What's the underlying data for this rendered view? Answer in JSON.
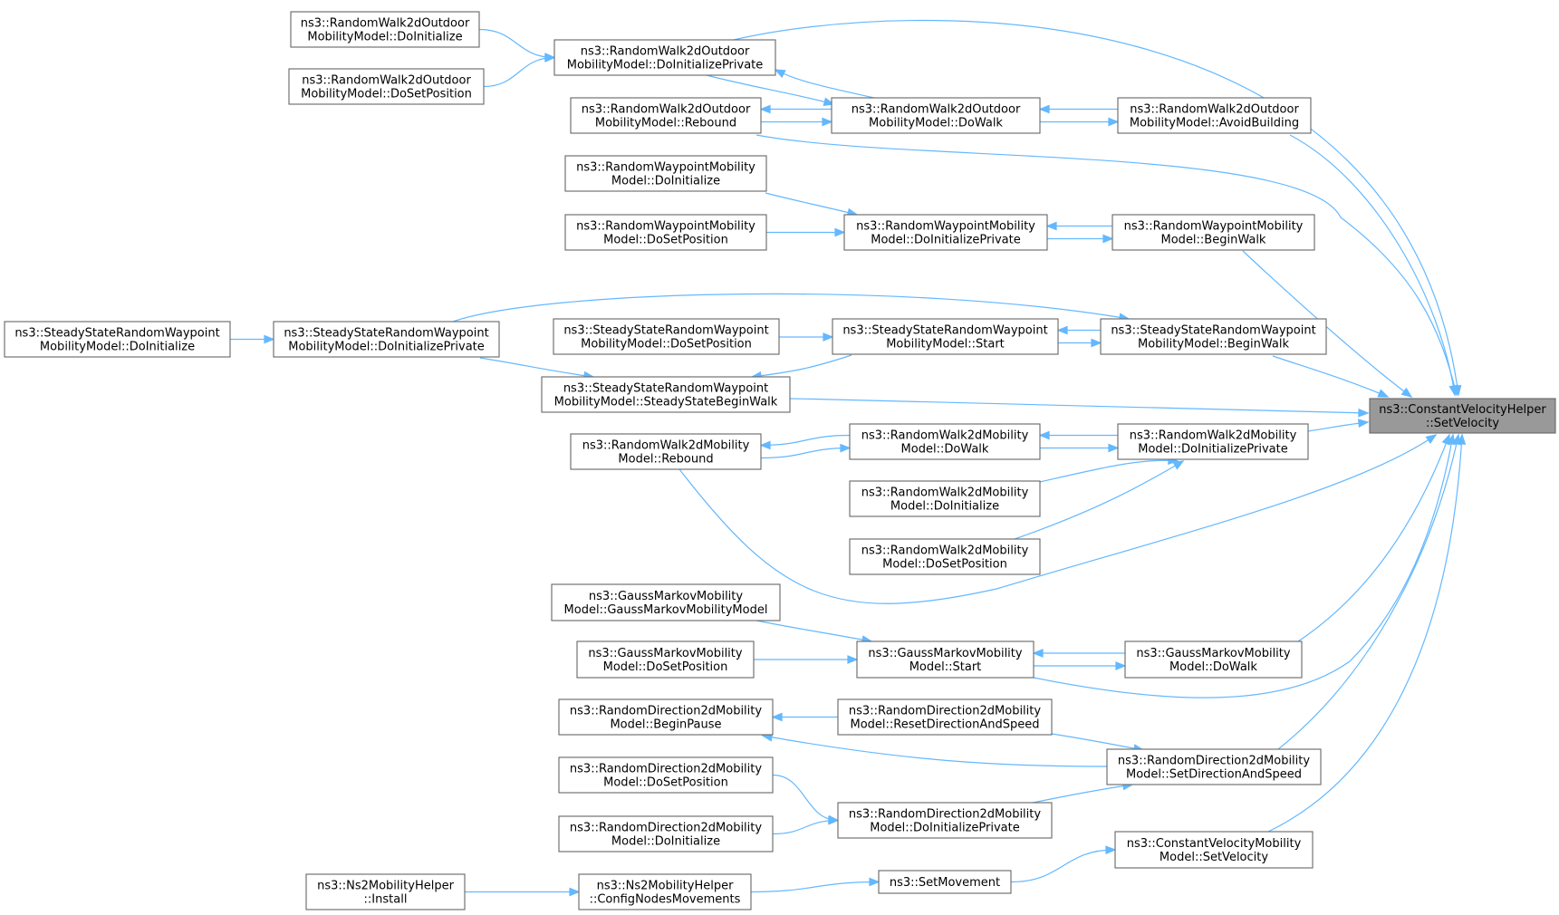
{
  "diagram": {
    "colors": {
      "edge": "#63b8ff",
      "node_border": "#666666",
      "node_fill": "#ffffff",
      "root_fill": "#999999",
      "text": "#000000"
    },
    "root": "setvelocity",
    "nodes": [
      {
        "id": "setvelocity",
        "lines": [
          "ns3::ConstantVelocityHelper",
          "::SetVelocity"
        ]
      },
      {
        "id": "rw2do_doinit",
        "lines": [
          "ns3::RandomWalk2dOutdoor",
          "MobilityModel::DoInitialize"
        ]
      },
      {
        "id": "rw2do_dosetpos",
        "lines": [
          "ns3::RandomWalk2dOutdoor",
          "MobilityModel::DoSetPosition"
        ]
      },
      {
        "id": "rw2do_doinitpriv",
        "lines": [
          "ns3::RandomWalk2dOutdoor",
          "MobilityModel::DoInitializePrivate"
        ]
      },
      {
        "id": "rw2do_rebound",
        "lines": [
          "ns3::RandomWalk2dOutdoor",
          "MobilityModel::Rebound"
        ]
      },
      {
        "id": "rw2do_dowalk",
        "lines": [
          "ns3::RandomWalk2dOutdoor",
          "MobilityModel::DoWalk"
        ]
      },
      {
        "id": "rw2do_avoid",
        "lines": [
          "ns3::RandomWalk2dOutdoor",
          "MobilityModel::AvoidBuilding"
        ]
      },
      {
        "id": "rwp_doinit",
        "lines": [
          "ns3::RandomWaypointMobility",
          "Model::DoInitialize"
        ]
      },
      {
        "id": "rwp_dosetpos",
        "lines": [
          "ns3::RandomWaypointMobility",
          "Model::DoSetPosition"
        ]
      },
      {
        "id": "rwp_doinitpriv",
        "lines": [
          "ns3::RandomWaypointMobility",
          "Model::DoInitializePrivate"
        ]
      },
      {
        "id": "rwp_beginwalk",
        "lines": [
          "ns3::RandomWaypointMobility",
          "Model::BeginWalk"
        ]
      },
      {
        "id": "ssrwp_doinit",
        "lines": [
          "ns3::SteadyStateRandomWaypoint",
          "MobilityModel::DoInitialize"
        ]
      },
      {
        "id": "ssrwp_doinitpriv",
        "lines": [
          "ns3::SteadyStateRandomWaypoint",
          "MobilityModel::DoInitializePrivate"
        ]
      },
      {
        "id": "ssrwp_dosetpos",
        "lines": [
          "ns3::SteadyStateRandomWaypoint",
          "MobilityModel::DoSetPosition"
        ]
      },
      {
        "id": "ssrwp_start",
        "lines": [
          "ns3::SteadyStateRandomWaypoint",
          "MobilityModel::Start"
        ]
      },
      {
        "id": "ssrwp_beginwalk",
        "lines": [
          "ns3::SteadyStateRandomWaypoint",
          "MobilityModel::BeginWalk"
        ]
      },
      {
        "id": "ssrwp_ssbeginwalk",
        "lines": [
          "ns3::SteadyStateRandomWaypoint",
          "MobilityModel::SteadyStateBeginWalk"
        ]
      },
      {
        "id": "rw2d_rebound",
        "lines": [
          "ns3::RandomWalk2dMobility",
          "Model::Rebound"
        ]
      },
      {
        "id": "rw2d_dowalk",
        "lines": [
          "ns3::RandomWalk2dMobility",
          "Model::DoWalk"
        ]
      },
      {
        "id": "rw2d_doinitpriv",
        "lines": [
          "ns3::RandomWalk2dMobility",
          "Model::DoInitializePrivate"
        ]
      },
      {
        "id": "rw2d_doinit",
        "lines": [
          "ns3::RandomWalk2dMobility",
          "Model::DoInitialize"
        ]
      },
      {
        "id": "rw2d_dosetpos",
        "lines": [
          "ns3::RandomWalk2dMobility",
          "Model::DoSetPosition"
        ]
      },
      {
        "id": "gm_ctor",
        "lines": [
          "ns3::GaussMarkovMobility",
          "Model::GaussMarkovMobilityModel"
        ]
      },
      {
        "id": "gm_dosetpos",
        "lines": [
          "ns3::GaussMarkovMobility",
          "Model::DoSetPosition"
        ]
      },
      {
        "id": "gm_start",
        "lines": [
          "ns3::GaussMarkovMobility",
          "Model::Start"
        ]
      },
      {
        "id": "gm_dowalk",
        "lines": [
          "ns3::GaussMarkovMobility",
          "Model::DoWalk"
        ]
      },
      {
        "id": "rd2d_beginpause",
        "lines": [
          "ns3::RandomDirection2dMobility",
          "Model::BeginPause"
        ]
      },
      {
        "id": "rd2d_reset",
        "lines": [
          "ns3::RandomDirection2dMobility",
          "Model::ResetDirectionAndSpeed"
        ]
      },
      {
        "id": "rd2d_setdir",
        "lines": [
          "ns3::RandomDirection2dMobility",
          "Model::SetDirectionAndSpeed"
        ]
      },
      {
        "id": "rd2d_dosetpos",
        "lines": [
          "ns3::RandomDirection2dMobility",
          "Model::DoSetPosition"
        ]
      },
      {
        "id": "rd2d_doinitpriv",
        "lines": [
          "ns3::RandomDirection2dMobility",
          "Model::DoInitializePrivate"
        ]
      },
      {
        "id": "rd2d_doinit",
        "lines": [
          "ns3::RandomDirection2dMobility",
          "Model::DoInitialize"
        ]
      },
      {
        "id": "cvm_setvelocity",
        "lines": [
          "ns3::ConstantVelocityMobility",
          "Model::SetVelocity"
        ]
      },
      {
        "id": "ns2_install",
        "lines": [
          "ns3::Ns2MobilityHelper",
          "::Install"
        ]
      },
      {
        "id": "ns2_config",
        "lines": [
          "ns3::Ns2MobilityHelper",
          "::ConfigNodesMovements"
        ]
      },
      {
        "id": "setmovement",
        "lines": [
          "ns3::SetMovement"
        ]
      }
    ],
    "edges": [
      {
        "from": "rw2do_doinit",
        "to": "rw2do_doinitpriv"
      },
      {
        "from": "rw2do_dosetpos",
        "to": "rw2do_doinitpriv"
      },
      {
        "from": "rw2do_doinitpriv",
        "to": "rw2do_dowalk"
      },
      {
        "from": "rw2do_dowalk",
        "to": "rw2do_doinitpriv"
      },
      {
        "from": "rw2do_dowalk",
        "to": "rw2do_rebound"
      },
      {
        "from": "rw2do_rebound",
        "to": "rw2do_dowalk"
      },
      {
        "from": "rw2do_avoid",
        "to": "rw2do_dowalk"
      },
      {
        "from": "rw2do_dowalk",
        "to": "rw2do_avoid"
      },
      {
        "from": "rw2do_doinitpriv",
        "to": "setvelocity"
      },
      {
        "from": "rw2do_rebound",
        "to": "setvelocity"
      },
      {
        "from": "rw2do_avoid",
        "to": "setvelocity"
      },
      {
        "from": "rwp_doinit",
        "to": "rwp_doinitpriv"
      },
      {
        "from": "rwp_dosetpos",
        "to": "rwp_doinitpriv"
      },
      {
        "from": "rwp_beginwalk",
        "to": "rwp_doinitpriv"
      },
      {
        "from": "rwp_doinitpriv",
        "to": "rwp_beginwalk"
      },
      {
        "from": "rwp_beginwalk",
        "to": "setvelocity"
      },
      {
        "from": "ssrwp_doinit",
        "to": "ssrwp_doinitpriv"
      },
      {
        "from": "ssrwp_doinitpriv",
        "to": "ssrwp_beginwalk"
      },
      {
        "from": "ssrwp_doinitpriv",
        "to": "ssrwp_ssbeginwalk"
      },
      {
        "from": "ssrwp_dosetpos",
        "to": "ssrwp_start"
      },
      {
        "from": "ssrwp_beginwalk",
        "to": "ssrwp_start"
      },
      {
        "from": "ssrwp_start",
        "to": "ssrwp_beginwalk"
      },
      {
        "from": "ssrwp_start",
        "to": "ssrwp_ssbeginwalk"
      },
      {
        "from": "ssrwp_beginwalk",
        "to": "setvelocity"
      },
      {
        "from": "ssrwp_ssbeginwalk",
        "to": "setvelocity"
      },
      {
        "from": "rw2d_dowalk",
        "to": "rw2d_rebound"
      },
      {
        "from": "rw2d_rebound",
        "to": "rw2d_dowalk"
      },
      {
        "from": "rw2d_doinitpriv",
        "to": "rw2d_dowalk"
      },
      {
        "from": "rw2d_dowalk",
        "to": "rw2d_doinitpriv"
      },
      {
        "from": "rw2d_doinit",
        "to": "rw2d_doinitpriv"
      },
      {
        "from": "rw2d_dosetpos",
        "to": "rw2d_doinitpriv"
      },
      {
        "from": "rw2d_doinitpriv",
        "to": "setvelocity"
      },
      {
        "from": "rw2d_rebound",
        "to": "setvelocity"
      },
      {
        "from": "gm_ctor",
        "to": "gm_start"
      },
      {
        "from": "gm_dosetpos",
        "to": "gm_start"
      },
      {
        "from": "gm_dowalk",
        "to": "gm_start"
      },
      {
        "from": "gm_start",
        "to": "gm_dowalk"
      },
      {
        "from": "gm_dowalk",
        "to": "setvelocity"
      },
      {
        "from": "gm_start",
        "to": "setvelocity"
      },
      {
        "from": "rd2d_reset",
        "to": "rd2d_beginpause"
      },
      {
        "from": "rd2d_reset",
        "to": "rd2d_setdir"
      },
      {
        "from": "rd2d_setdir",
        "to": "rd2d_beginpause"
      },
      {
        "from": "rd2d_dosetpos",
        "to": "rd2d_doinitpriv"
      },
      {
        "from": "rd2d_doinit",
        "to": "rd2d_doinitpriv"
      },
      {
        "from": "rd2d_doinitpriv",
        "to": "rd2d_setdir"
      },
      {
        "from": "rd2d_setdir",
        "to": "setvelocity"
      },
      {
        "from": "ns2_install",
        "to": "ns2_config"
      },
      {
        "from": "ns2_config",
        "to": "setmovement"
      },
      {
        "from": "setmovement",
        "to": "cvm_setvelocity"
      },
      {
        "from": "cvm_setvelocity",
        "to": "setvelocity"
      }
    ]
  }
}
